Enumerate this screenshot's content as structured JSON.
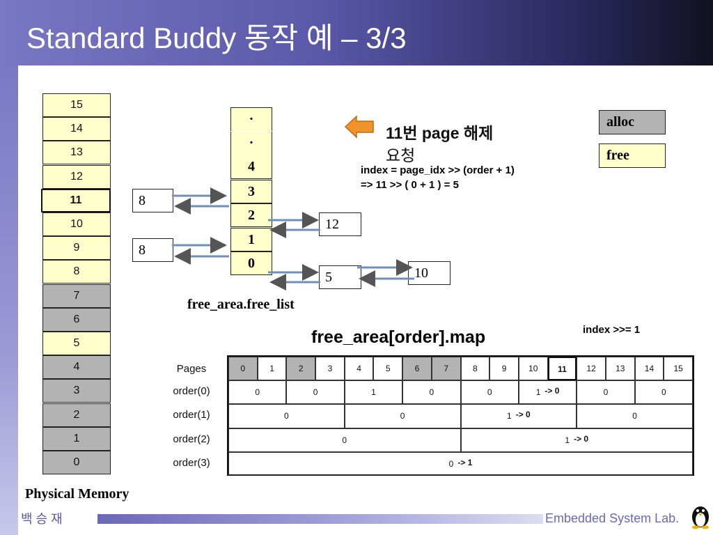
{
  "slide": {
    "title": "Standard Buddy 동작 예 – 3/3",
    "request_line1": "11번 page 해제",
    "request_line2": "요청",
    "formula_line1": "index = page_idx >> (order + 1)",
    "formula_line2": "=> 11 >> ( 0 + 1 ) = 5",
    "index_shift": "index >>= 1",
    "map_title": "free_area[order].map",
    "free_list_label": "free_area.free_list",
    "physical_memory_label": "Physical Memory",
    "author": "백 승 재",
    "lab": "Embedded System Lab."
  },
  "legend": {
    "alloc": "alloc",
    "free": "free"
  },
  "physical_memory": [
    {
      "page": "15",
      "state": "free"
    },
    {
      "page": "14",
      "state": "free"
    },
    {
      "page": "13",
      "state": "free"
    },
    {
      "page": "12",
      "state": "free"
    },
    {
      "page": "11",
      "state": "freed"
    },
    {
      "page": "10",
      "state": "free"
    },
    {
      "page": "9",
      "state": "free"
    },
    {
      "page": "8",
      "state": "free"
    },
    {
      "page": "7",
      "state": "alloc"
    },
    {
      "page": "6",
      "state": "alloc"
    },
    {
      "page": "5",
      "state": "free"
    },
    {
      "page": "4",
      "state": "alloc"
    },
    {
      "page": "3",
      "state": "alloc"
    },
    {
      "page": "2",
      "state": "alloc"
    },
    {
      "page": "1",
      "state": "alloc"
    },
    {
      "page": "0",
      "state": "alloc"
    }
  ],
  "free_list": [
    "·",
    "·",
    "4",
    "3",
    "2",
    "1",
    "0"
  ],
  "list_nodes": {
    "order3": "8",
    "order1": "8",
    "order2": "12",
    "order0_a": "5",
    "order0_b": "10"
  },
  "map_table": {
    "header_label": "Pages",
    "pages": [
      "0",
      "1",
      "2",
      "3",
      "4",
      "5",
      "6",
      "7",
      "8",
      "9",
      "10",
      "11",
      "12",
      "13",
      "14",
      "15"
    ],
    "page_alloc": [
      true,
      false,
      true,
      false,
      false,
      false,
      true,
      true,
      false,
      false,
      false,
      false,
      false,
      false,
      false,
      false
    ],
    "rows": [
      {
        "label": "order(0)",
        "values": [
          "0",
          "0",
          "1",
          "0",
          "0",
          "1",
          "0",
          "0"
        ],
        "change": {
          "col": 5,
          "text": "-> 0"
        }
      },
      {
        "label": "order(1)",
        "values": [
          "0",
          "0",
          "1",
          "0"
        ],
        "change": {
          "col": 2,
          "text": "-> 0"
        }
      },
      {
        "label": "order(2)",
        "values": [
          "0",
          "1"
        ],
        "change": {
          "col": 1,
          "text": "-> 0"
        }
      },
      {
        "label": "order(3)",
        "values": [
          "0"
        ],
        "change": {
          "col": 0,
          "text": "-> 1"
        }
      }
    ]
  }
}
